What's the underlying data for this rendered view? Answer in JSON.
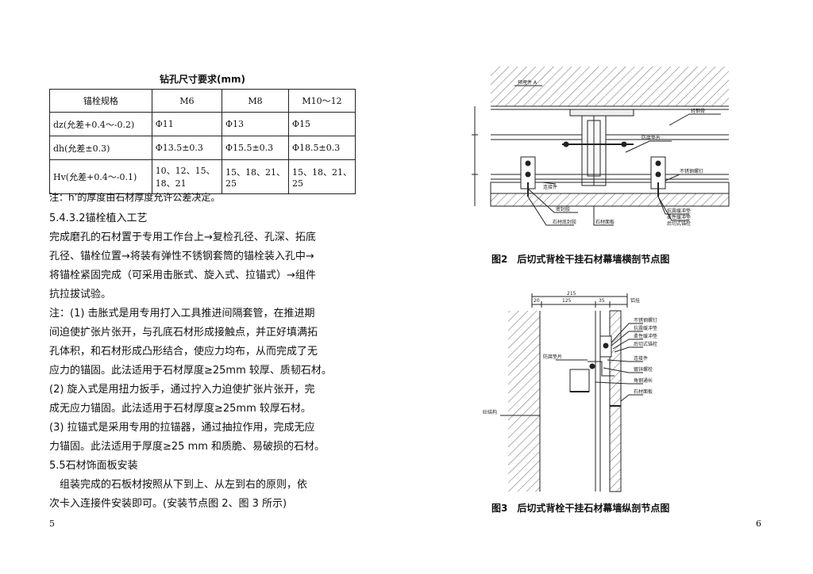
{
  "left_page": {
    "table_title": "钻孔尺寸要求(mm)",
    "table": {
      "headers": [
        "锚栓规格",
        "M6",
        "M8",
        "M10～12"
      ],
      "rows": [
        [
          "dz(允差+0.4～-0.2)",
          "Φ11",
          "Φ13",
          "Φ15"
        ],
        [
          "dh(允差±0.3)",
          "Φ13.5±0.3",
          "Φ15.5±0.3",
          "Φ18.5±0.3"
        ],
        [
          "Hv(允差+0.4～-0.1)",
          "10、12、15、18、21",
          "15、18、21、25",
          "15、18、21、25"
        ]
      ]
    },
    "table_note": "注：h’的厚度由石材厚度允许公差决定。",
    "lines": [
      "5.4.3.2锚栓植入工艺",
      "完成磨孔的石材置于专用工作台上→复检孔径、孔深、拓底",
      "孔径、锚栓位置→将装有弹性不锈钢套筒的锚栓装入孔中→",
      "将锚栓紧固完成（可采用击胀式、旋入式、拉锚式）→组件",
      "抗拉拔试验。",
      "注：(1) 击胀式是用专用打入工具推进间隔套管，在推进期",
      "间迫使扩张片张开，与孔底石材形成接触点，并正好填满拓",
      "孔体积，和石材形成凸形结合，使应力均布，从而完成了无",
      "应力的锚固。此法适用于石材厚度≥25mm 较厚、质韧石材。",
      "(2) 旋入式是用扭力扳手，通过拧入力迫使扩张片张开，完",
      "成无应力锚固。此法适用于石材厚度≥25mm 较厚石材。",
      "(3) 拉锚式是采用专用的拉锚器，通过抽拉作用，完成无应",
      "力锚固。此法适用于厚度≥25 mm 和质脆、易破损的石材。",
      "5.5石材饰面板安装",
      "　组装完成的石板材按照从下到上、从左到右的原则，依",
      "次卡入连接件安装即可。(安装节点图 2、图 3 所示)"
    ],
    "page_number": "5"
  },
  "right_page": {
    "fig2_caption": "图2　后切式背栓干挂石材幕墙横剖节点图",
    "fig3_caption": "图3　后切式背栓干挂石材幕墙纵剖节点图",
    "fig2_labels": [
      "预埋件 A",
      "轻钢骨",
      "防腐垫片",
      "连接件",
      "不锈钢螺钉",
      "石材面板",
      "抗震缓冲垫",
      "柔性缓冲垫",
      "后切式锚栓",
      "密封胶",
      "石材底封胶"
    ],
    "fig3_labels": [
      "215",
      "20",
      "125",
      "35",
      "铝挂",
      "不锈钢螺钉",
      "抗震缓冲垫",
      "柔性缓冲垫",
      "后切式锚栓",
      "连接件",
      "镀锌螺栓",
      "角钢通长",
      "石材面板",
      "防腐垫片",
      "砼结构"
    ],
    "page_number": "6"
  }
}
